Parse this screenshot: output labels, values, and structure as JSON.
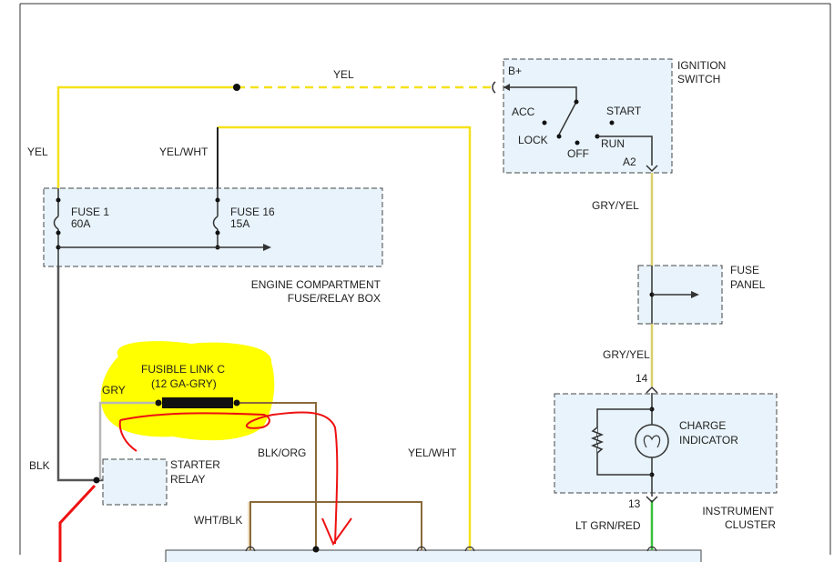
{
  "diagram": {
    "wire_labels": {
      "yel_top": "YEL",
      "yel_left": "YEL",
      "yel_wht_top": "YEL/WHT",
      "yel_wht_bottom": "YEL/WHT",
      "gry_yel_upper": "GRY/YEL",
      "gry_yel_lower": "GRY/YEL",
      "gry": "GRY",
      "blk": "BLK",
      "blk_org": "BLK/ORG",
      "wht_blk": "WHT/BLK",
      "lt_grn_red": "LT GRN/RED"
    },
    "ignition_switch": {
      "title_line1": "IGNITION",
      "title_line2": "SWITCH",
      "b_plus": "B+",
      "acc": "ACC",
      "start": "START",
      "lock": "LOCK",
      "off": "OFF",
      "run": "RUN",
      "pin": "A2"
    },
    "fuse_box": {
      "fuse1_name": "FUSE 1",
      "fuse1_rating": "60A",
      "fuse16_name": "FUSE 16",
      "fuse16_rating": "15A",
      "title_line1": "ENGINE COMPARTMENT",
      "title_line2": "FUSE/RELAY BOX"
    },
    "fuse_panel": {
      "title_line1": "FUSE",
      "title_line2": "PANEL"
    },
    "instrument_cluster": {
      "pin_top": "14",
      "pin_bottom": "13",
      "indicator_line1": "CHARGE",
      "indicator_line2": "INDICATOR",
      "title_line1": "INSTRUMENT",
      "title_line2": "CLUSTER"
    },
    "fusible_link": {
      "title": "FUSIBLE LINK C",
      "spec": "(12 GA-GRY)"
    },
    "starter_relay": {
      "title_line1": "STARTER",
      "title_line2": "RELAY"
    },
    "colors": {
      "yellow_wire": "#f5e11a",
      "highlight": "#ffff00",
      "annotation_red": "#ee1111",
      "box_fill": "#e8f3fb",
      "box_border": "#444444",
      "green_wire": "#3bbf3b"
    }
  }
}
